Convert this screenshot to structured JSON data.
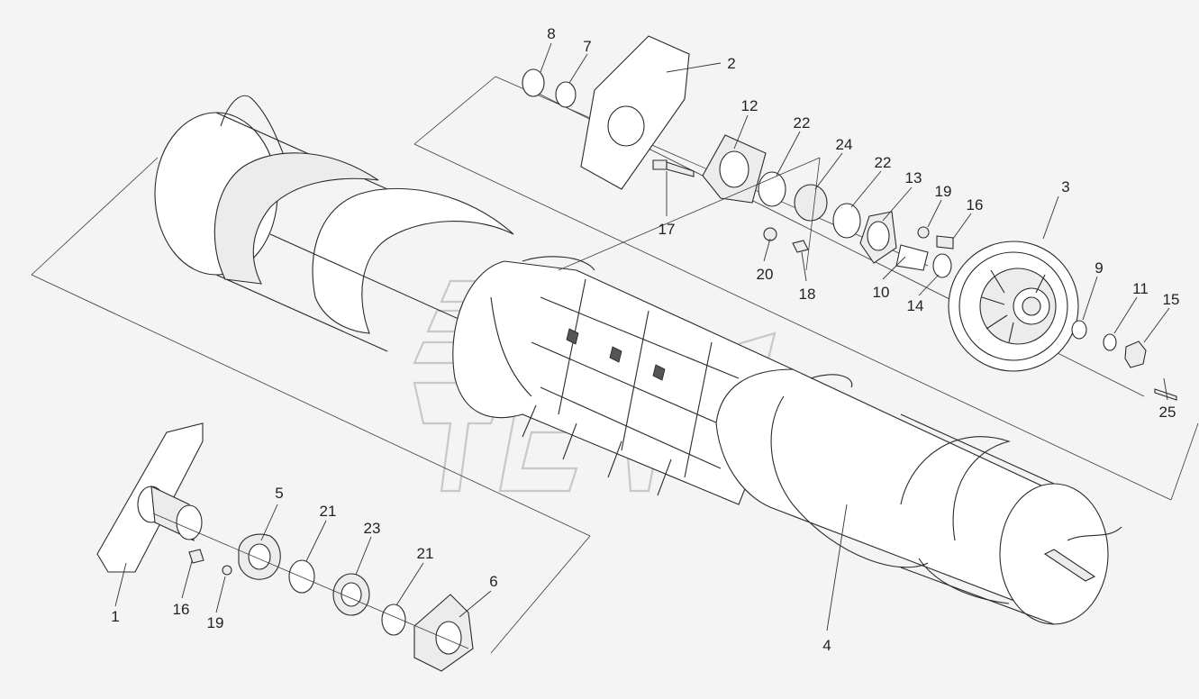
{
  "callouts": [
    {
      "id": "c1",
      "text": "1"
    },
    {
      "id": "c2",
      "text": "2"
    },
    {
      "id": "c3",
      "text": "3"
    },
    {
      "id": "c4",
      "text": "4"
    },
    {
      "id": "c5",
      "text": "5"
    },
    {
      "id": "c6",
      "text": "6"
    },
    {
      "id": "c7",
      "text": "7"
    },
    {
      "id": "c8",
      "text": "8"
    },
    {
      "id": "c9",
      "text": "9"
    },
    {
      "id": "c10",
      "text": "10"
    },
    {
      "id": "c11",
      "text": "11"
    },
    {
      "id": "c12",
      "text": "12"
    },
    {
      "id": "c13",
      "text": "13"
    },
    {
      "id": "c14",
      "text": "14"
    },
    {
      "id": "c15",
      "text": "15"
    },
    {
      "id": "c16a",
      "text": "16"
    },
    {
      "id": "c16b",
      "text": "16"
    },
    {
      "id": "c17",
      "text": "17"
    },
    {
      "id": "c18",
      "text": "18"
    },
    {
      "id": "c19a",
      "text": "19"
    },
    {
      "id": "c19b",
      "text": "19"
    },
    {
      "id": "c20",
      "text": "20"
    },
    {
      "id": "c21a",
      "text": "21"
    },
    {
      "id": "c21b",
      "text": "21"
    },
    {
      "id": "c22a",
      "text": "22"
    },
    {
      "id": "c22b",
      "text": "22"
    },
    {
      "id": "c23",
      "text": "23"
    },
    {
      "id": "c24",
      "text": "24"
    },
    {
      "id": "c25",
      "text": "25"
    }
  ],
  "colors": {
    "background": "#f4f4f4",
    "line": "#2a2a2a",
    "watermark": "#c8c8c8"
  }
}
